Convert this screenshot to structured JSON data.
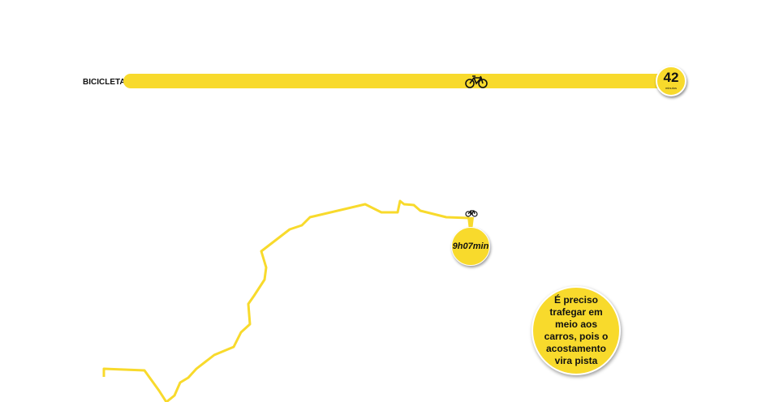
{
  "mode": {
    "label": "BICICLETA",
    "icon": "bicycle-icon",
    "progress_percent": 100
  },
  "badge": {
    "value": "42",
    "unit": "minutos"
  },
  "route": {
    "time": "9h07min",
    "color": "#f8da2c"
  },
  "note": {
    "text": "É preciso trafegar em meio aos carros, pois o acostamento vira pista"
  }
}
